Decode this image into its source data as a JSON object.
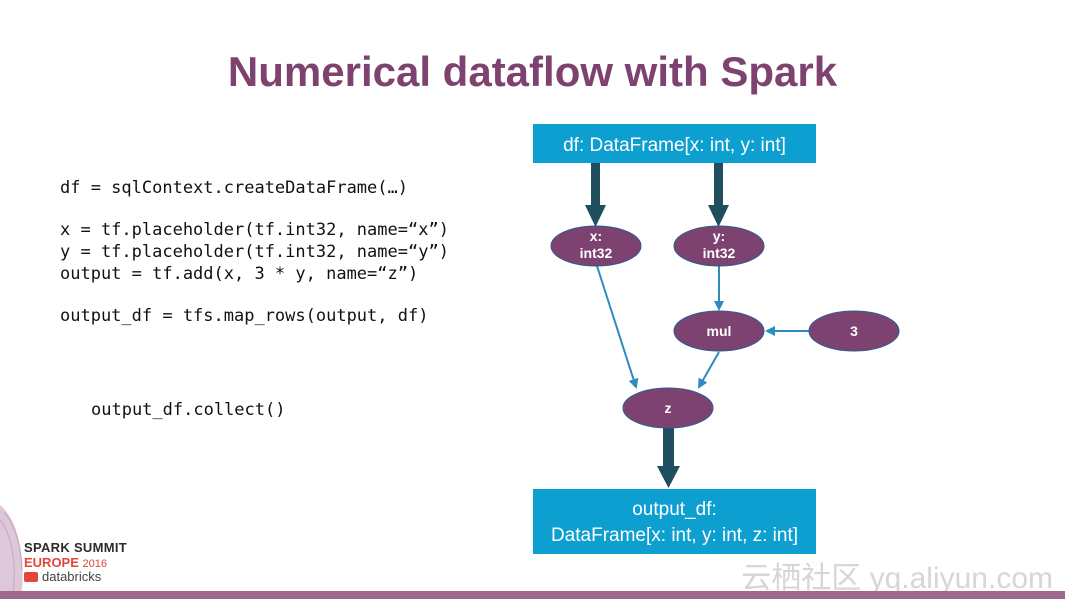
{
  "title": "Numerical dataflow with Spark",
  "code": {
    "line1": "df = sqlContext.createDataFrame(…)",
    "line2": "x = tf.placeholder(tf.int32, name=“x”)",
    "line3": "y = tf.placeholder(tf.int32, name=“y”)",
    "line4": "output = tf.add(x, 3 * y, name=“z”)",
    "line5": "output_df = tfs.map_rows(output, df)",
    "line6": "output_df.collect()"
  },
  "diagram": {
    "top_box": "df: DataFrame[x: int, y: int]",
    "node_x_line1": "x:",
    "node_x_line2": "int32",
    "node_y_line1": "y:",
    "node_y_line2": "int32",
    "node_mul": "mul",
    "node_const": "3",
    "node_z": "z",
    "bottom_box_line1": "output_df:",
    "bottom_box_line2": "DataFrame[x: int, y: int, z: int]"
  },
  "colors": {
    "title": "#7d4270",
    "box": "#0d9fcf",
    "node": "#7d4270",
    "thin_arrow": "#2a8cbf",
    "thick_arrow": "#1f4f5e"
  },
  "logo": {
    "line1": "SPARK SUMMIT",
    "line2": "EUROPE",
    "year": "2016",
    "line3": "databricks"
  },
  "watermark": "云栖社区 yq.aliyun.com"
}
